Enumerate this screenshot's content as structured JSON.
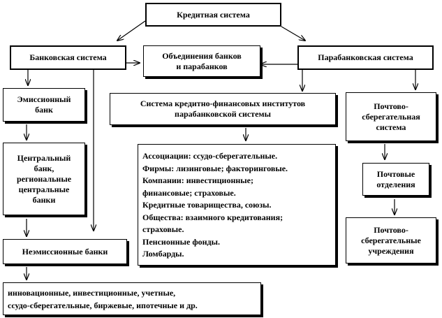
{
  "nodes": {
    "credit_system": "Кредитная система",
    "banking_system": "Банковская система",
    "associations": [
      "Объединения банков",
      "и парабанков"
    ],
    "parabanking_system": "Парабанковская система",
    "emission_bank": [
      "Эмиссионный",
      "банк"
    ],
    "credit_financial_institutes": [
      "Система кредитно-финансовых институтов",
      "парабанковской системы"
    ],
    "postal_savings_system": [
      "Почтово-",
      "сберегательная",
      "система"
    ],
    "central_bank": [
      "Центральный",
      "банк,",
      "региональные",
      "центральные",
      "банки"
    ],
    "institutions_list": [
      "Ассоциации: ссудо-сберегательные.",
      "Фирмы: лизинговые; факторинговые.",
      "Компании: инвестиционные;",
      "финансовые; страховые.",
      "Кредитные товарищества, союзы.",
      "Общества: взаимного кредитования;",
      "страховые.",
      "Пенсионные фонды.",
      "Ломбарды."
    ],
    "post_offices": [
      "Почтовые",
      "отделения"
    ],
    "postal_savings_institutions": [
      "Почтово-",
      "сберегательные",
      "учреждения"
    ],
    "non_emission_banks": "Неэмиссионные банки",
    "bank_types": [
      "инновационные, инвестиционные, учетные,",
      "ссудо-сберегательные, биржевые, ипотечные и др."
    ]
  }
}
